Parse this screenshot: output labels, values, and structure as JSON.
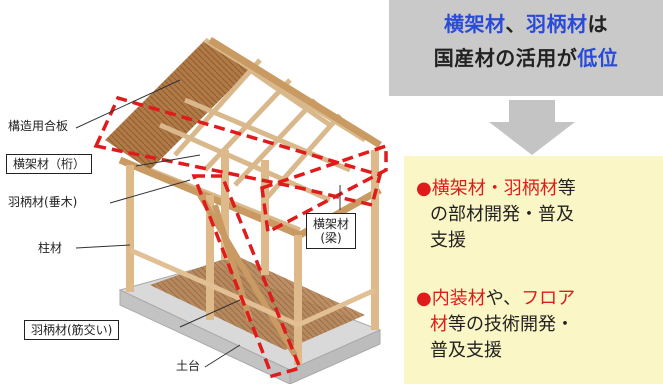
{
  "diagram": {
    "labels": {
      "structural_plywood": "構造用合板",
      "horizontal_member_keta": "横架材（桁）",
      "rafter": "羽柄材(垂木)",
      "pillar": "柱材",
      "horizontal_member_beam_line1": "横架材",
      "horizontal_member_beam_line2": "(梁)",
      "brace": "羽柄材(筋交い)",
      "sill": "土台"
    }
  },
  "header": {
    "line1": {
      "highlight_a": "横架材",
      "sep": "、",
      "highlight_b": "羽柄材",
      "rest": "は"
    },
    "line2": {
      "text": "国産材の活用が",
      "highlight": "低位"
    }
  },
  "info_box": {
    "bullets": [
      {
        "marker": "●",
        "line1": {
          "red": "横架材・羽柄材",
          "rest": "等"
        },
        "line2": "の部材開発・普及",
        "line3": "支援"
      },
      {
        "marker": "●",
        "line1": {
          "red": "内装材",
          "mid": "や、",
          "red2": "フロア"
        },
        "line2": {
          "red": "材",
          "rest": "等の技術開発・"
        },
        "line3": "普及支援"
      }
    ]
  },
  "colors": {
    "header_bg": "#c9c9c9",
    "header_accent": "#2a4bd7",
    "info_bg": "#fbf6c6",
    "bullet_red": "#e01b1b",
    "arrow_gray": "#c4c4c4",
    "dashed_red": "#e01b1b",
    "wood": "#e6c9a0"
  }
}
